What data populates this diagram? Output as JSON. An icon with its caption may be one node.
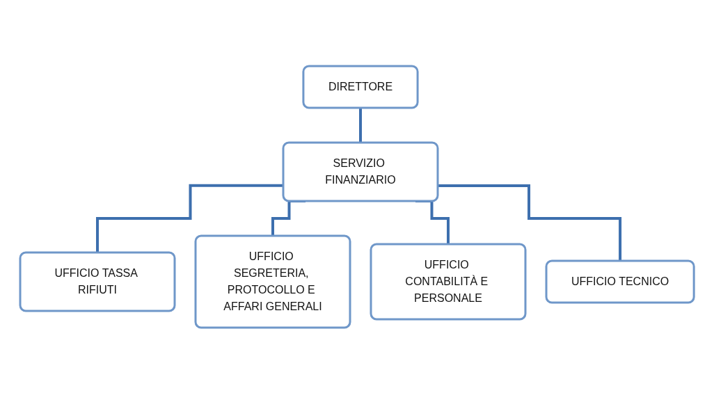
{
  "diagram": {
    "nodes": [
      {
        "text": [
          "DIRETTORE"
        ]
      },
      {
        "text": [
          "SERVIZIO FINANZIARIO"
        ]
      },
      {
        "text": [
          "UFFICIO TASSA RIFIUTI"
        ]
      },
      {
        "text": [
          "UFFICIO SEGRETERIA, PROTOCOLLO E AFFARI GENERALI"
        ]
      },
      {
        "text": [
          "UFFICIO CONTABILITÀ E PERSONALE"
        ]
      },
      {
        "text": [
          "UFFICIO TECNICO"
        ]
      }
    ],
    "edges": [
      {
        "from": 0,
        "to": 1,
        "arrow": "none"
      },
      {
        "from": 1,
        "to": 2,
        "arrow": "none"
      },
      {
        "from": 1,
        "to": 3,
        "arrow": "none"
      },
      {
        "from": 1,
        "to": 4,
        "arrow": "none"
      },
      {
        "from": 1,
        "to": 5,
        "arrow": "none"
      }
    ]
  }
}
